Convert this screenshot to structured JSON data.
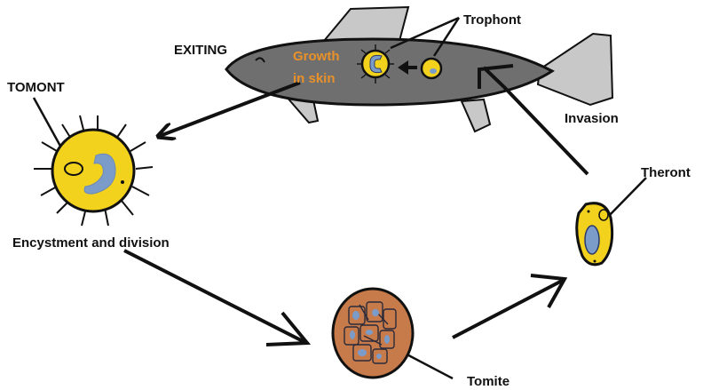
{
  "labels": {
    "trophont": "Trophont",
    "exiting": "EXITING",
    "growth": "Growth",
    "in_skin": "in skin",
    "tomont": "TOMONT",
    "invasion": "Invasion",
    "encystment": "Encystment and division",
    "theront": "Theront",
    "tomite": "Tomite"
  },
  "colors": {
    "fish_body": "#6f6f6f",
    "fish_fin": "#c8c8c8",
    "cell_yellow": "#f3d21e",
    "nucleus_blue": "#7b9cc8",
    "tomite_brown": "#c77a4a",
    "growth_text": "#e8912a",
    "arrow": "#111111"
  }
}
